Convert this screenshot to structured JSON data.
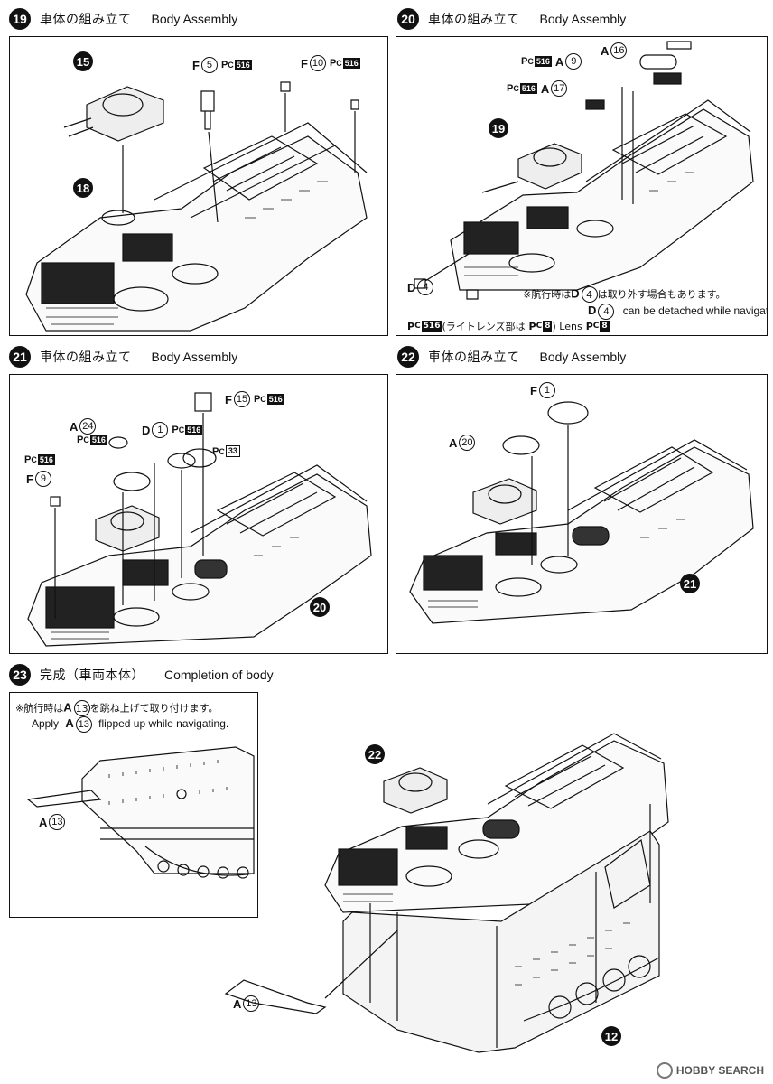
{
  "steps": {
    "s19": {
      "num": "19",
      "title_jp": "車体の組み立て",
      "title_en": "Body Assembly",
      "refs": [
        "15",
        "18"
      ],
      "labels": [
        {
          "letter": "F",
          "num": "5",
          "pc": "516"
        },
        {
          "letter": "F",
          "num": "10",
          "pc": "516"
        }
      ]
    },
    "s20": {
      "num": "20",
      "title_jp": "車体の組み立て",
      "title_en": "Body Assembly",
      "refs": [
        "19"
      ],
      "labels": [
        {
          "letter": "A",
          "num": "16"
        },
        {
          "letter": "A",
          "num": "9",
          "pc": "516"
        },
        {
          "letter": "A",
          "num": "17",
          "pc": "516"
        },
        {
          "letter": "D",
          "num": "4"
        }
      ],
      "note_jp_pre": "※航行時は",
      "note_jp_post": "は取り外す場合もあります。",
      "note_en": "can be detached while navigating.",
      "lens_pre": "(ライトレンズ部は",
      "lens_post": ")  Lens",
      "lens_pc": "8",
      "note_letter": "D",
      "note_num": "4",
      "lens_main_pc": "516"
    },
    "s21": {
      "num": "21",
      "title_jp": "車体の組み立て",
      "title_en": "Body Assembly",
      "refs": [
        "20"
      ],
      "labels": [
        {
          "letter": "F",
          "num": "15",
          "pc": "516"
        },
        {
          "letter": "A",
          "num": "24",
          "pc": "516"
        },
        {
          "letter": "D",
          "num": "1",
          "pc": "516"
        },
        {
          "letter": "F",
          "num": "9",
          "pc": "516"
        }
      ],
      "pc33": "33"
    },
    "s22": {
      "num": "22",
      "title_jp": "車体の組み立て",
      "title_en": "Body Assembly",
      "refs": [
        "21"
      ],
      "labels": [
        {
          "letter": "F",
          "num": "1"
        },
        {
          "letter": "A",
          "num": "20"
        }
      ]
    },
    "s23": {
      "num": "23",
      "title_jp": "完成（車両本体）",
      "title_en": "Completion of body",
      "refs": [
        "22",
        "12"
      ],
      "labels": [
        {
          "letter": "A",
          "num": "13"
        },
        {
          "letter": "A",
          "num": "13"
        }
      ],
      "note_jp_pre": "※航行時は",
      "note_jp_post": "を跳ね上げて取り付けます。",
      "note_en_pre": "Apply",
      "note_en_post": "flipped up while navigating.",
      "note_letter": "A",
      "note_num": "13"
    }
  },
  "pc_prefix": "P",
  "pc_sub": "C",
  "watermark": "HOBBY SEARCH"
}
